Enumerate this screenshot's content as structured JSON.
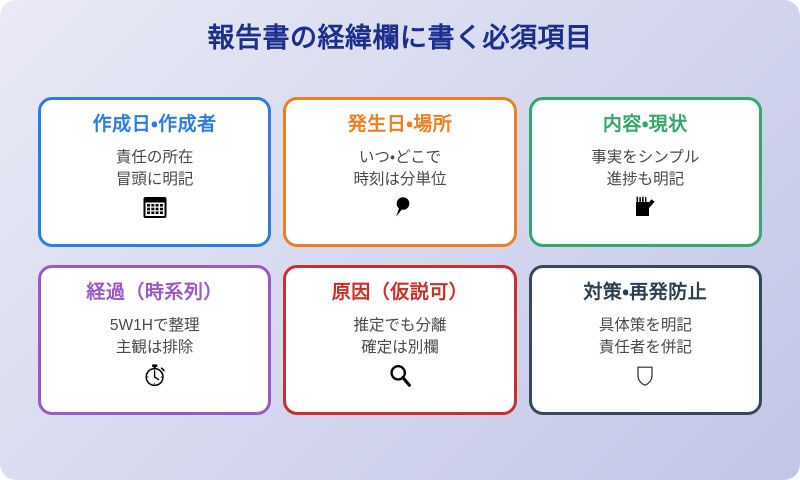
{
  "header": {
    "title": "報告書の経緯欄に書く必須項目",
    "title_color": "#1c2f8f"
  },
  "background": {
    "gradient_from": "#e9eaf5",
    "gradient_to": "#c2c6e7"
  },
  "cards": [
    {
      "id": "author-date",
      "title": "作成日・作成者",
      "body": "責任の所在\n冒頭に明記",
      "icon": "calendar-icon",
      "color": "#2b7de0",
      "theme": "c-blue"
    },
    {
      "id": "occurrence",
      "title": "発生日・場所",
      "body": "いつ・どこで\n時刻は分単位",
      "icon": "pushpin-icon",
      "color": "#ee7f1f",
      "theme": "c-orange"
    },
    {
      "id": "content-status",
      "title": "内容・現状",
      "body": "事実をシンプル\n進捗も明記",
      "icon": "memo-writing-icon",
      "color": "#32a86b",
      "theme": "c-green"
    },
    {
      "id": "timeline",
      "title": "経過（時系列）",
      "body": "5W1Hで整理\n主観は排除",
      "icon": "stopwatch-icon",
      "color": "#9b59c8",
      "theme": "c-purple"
    },
    {
      "id": "cause",
      "title": "原因（仮説可）",
      "body": "推定でも分離\n確定は別欄",
      "icon": "magnifier-icon",
      "color": "#c9302c",
      "theme": "c-red"
    },
    {
      "id": "countermeasure",
      "title": "対策・再発防止",
      "body": "具体策を明記\n責任者を併記",
      "icon": "shield-icon",
      "color": "#36495c",
      "theme": "c-slate"
    }
  ]
}
